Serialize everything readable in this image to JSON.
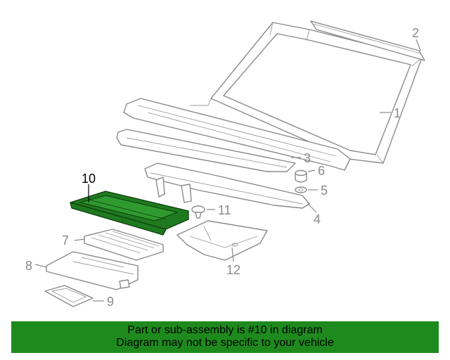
{
  "callouts": [
    "1",
    "2",
    "3",
    "4",
    "5",
    "6",
    "7",
    "8",
    "9",
    "10",
    "11",
    "12"
  ],
  "highlighted_part": "10",
  "colors": {
    "highlight": "#1f7a1f",
    "banner": "#1e8a1e",
    "linework": "#8a8a8a"
  },
  "banner": {
    "line1": "Part or sub-assembly is #10 in diagram",
    "line2": "Diagram may not be specific to your vehicle"
  }
}
